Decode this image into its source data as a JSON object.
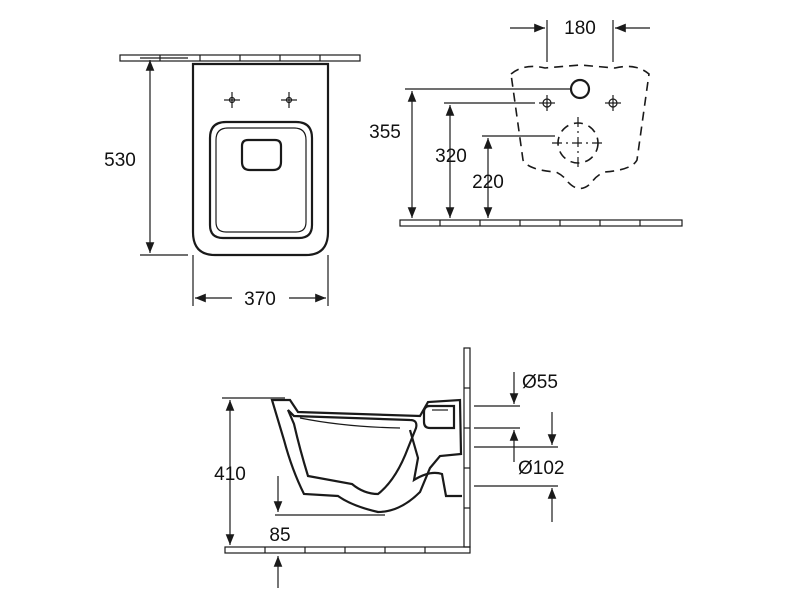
{
  "dimensions": {
    "height_front": "530",
    "width_front": "370",
    "fixing_spacing": "180",
    "fixing_height": "355",
    "inlet_height": "320",
    "outlet_height": "220",
    "depth_height": "410",
    "outlet_offset": "85",
    "inlet_diameter": "Ø55",
    "outlet_diameter": "Ø102"
  },
  "colors": {
    "line": "#1a1a1a",
    "background": "#ffffff"
  }
}
